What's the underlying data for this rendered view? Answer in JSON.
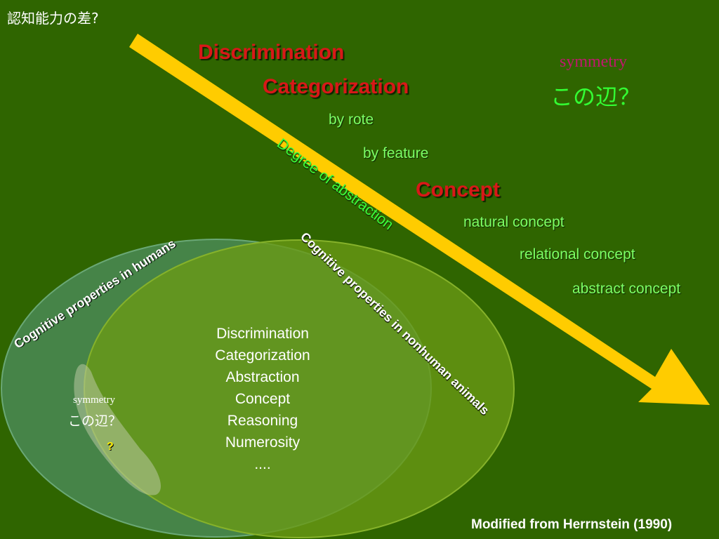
{
  "title": "認知能力の差?",
  "arrow_label": "Degree of abstraction",
  "levels": {
    "discrimination": "Discrimination",
    "categorization": "Categorization",
    "by_rote": "by rote",
    "by_feature": "by feature",
    "concept": "Concept",
    "natural_concept": "natural concept",
    "relational_concept": "relational concept",
    "abstract_concept": "abstract concept"
  },
  "top_right": {
    "symmetry": "symmetry",
    "question": "この辺？"
  },
  "humans_label": "Cognitive properties in humans",
  "animals_label": "Cognitive properties in nonhuman animals",
  "overlap_list": [
    "Discrimination",
    "Categorization",
    "Abstraction",
    "Concept",
    "Reasoning",
    "Numerosity",
    "...."
  ],
  "human_only": {
    "symmetry": "symmetry",
    "question": "この辺？",
    "mark": "?"
  },
  "credit": "Modified from Herrnstein (1990)",
  "colors": {
    "background": "#2f6500",
    "arrow": "#ffcc00",
    "human_ellipse": "#4a8a55",
    "animal_ellipse": "#6a9a14",
    "heading_red": "#d81818",
    "item_green": "#7dff66"
  }
}
